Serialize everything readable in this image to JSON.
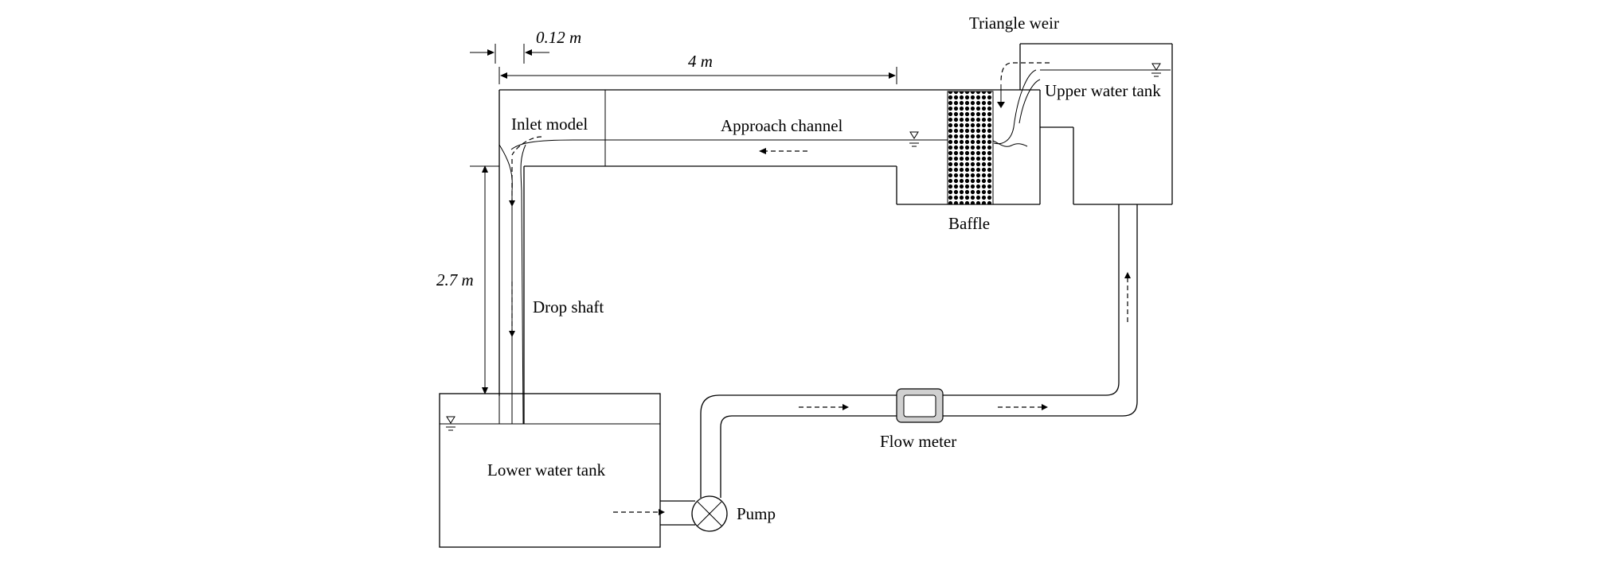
{
  "labels": {
    "triangle_weir": "Triangle weir",
    "upper_tank": "Upper water tank",
    "inlet_model": "Inlet model",
    "approach_channel": "Approach channel",
    "baffle": "Baffle",
    "drop_shaft": "Drop shaft",
    "lower_tank": "Lower water tank",
    "flow_meter": "Flow meter",
    "pump": "Pump"
  },
  "dimensions": {
    "inlet_width": "0.12 m",
    "channel_length": "4 m",
    "shaft_height": "2.7 m"
  }
}
